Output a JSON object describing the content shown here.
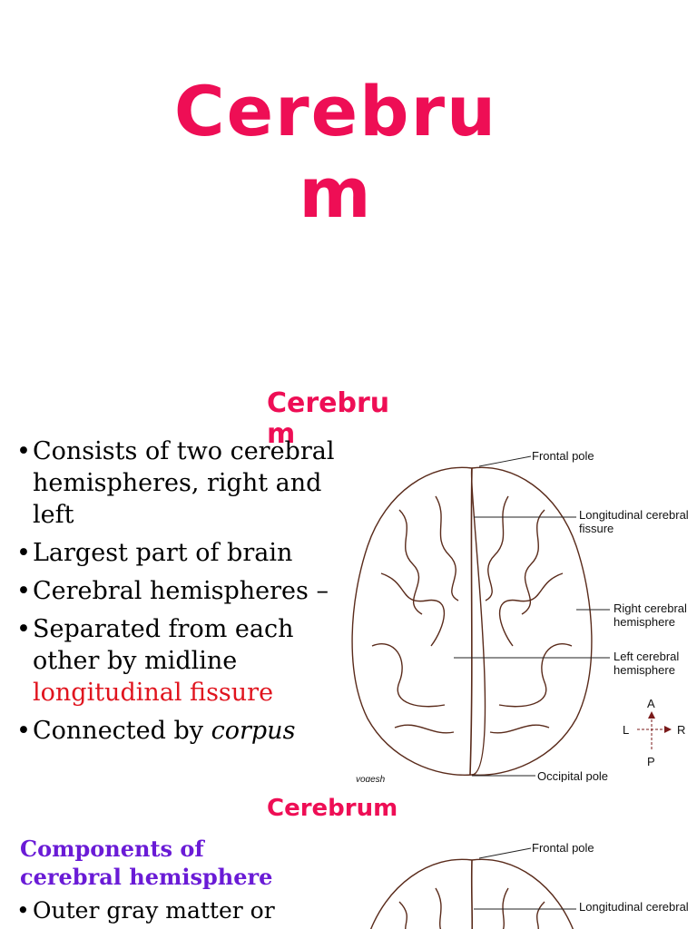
{
  "slide1": {
    "title": "Cerebrum"
  },
  "slide2": {
    "title": "Cerebrum",
    "bullets": {
      "b1": "Consists of two cerebral hemispheres, right and left",
      "b2": "Largest part of brain",
      "b3": "Cerebral hemispheres –",
      "b4_prefix": "Separated from each other by midline ",
      "b4_highlight": "longitudinal fissure",
      "b5_prefix": "Connected by ",
      "b5_italic": "corpus"
    },
    "figure": {
      "labels": {
        "frontal_pole": "Frontal pole",
        "long_fissure_1": "Longitudinal cerebral",
        "long_fissure_2": "fissure",
        "right_hem_1": "Right cerebral",
        "right_hem_2": "hemisphere",
        "left_hem_1": "Left cerebral",
        "left_hem_2": "hemisphere",
        "occipital_pole": "Occipital pole"
      },
      "compass": {
        "a": "A",
        "p": "P",
        "l": "L",
        "r": "R"
      },
      "signature": "yogesh"
    }
  },
  "slide3": {
    "title": "Cerebrum",
    "subtitle": "Components of cerebral hemisphere",
    "bullets": {
      "b1": "Outer gray matter or"
    },
    "figure": {
      "labels": {
        "frontal_pole": "Frontal pole",
        "long_fissure_1": "Longitudinal cerebral"
      }
    }
  },
  "colors": {
    "title": "#ee0e55",
    "highlight": "#e0141e",
    "subtitle": "#6a1bd6"
  }
}
